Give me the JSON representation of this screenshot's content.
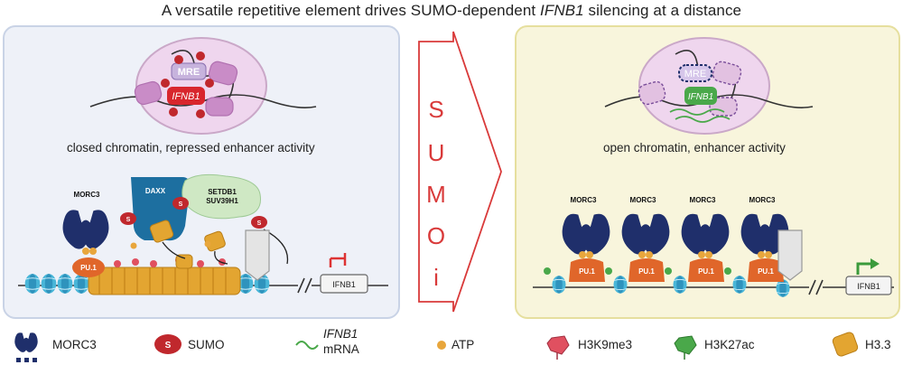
{
  "title": {
    "prefix": "A versatile repetitive element drives SUMO-dependent ",
    "gene": "IFNB1",
    "suffix": " silencing at a distance"
  },
  "left_panel": {
    "caption": "closed chromatin, repressed enhancer activity",
    "nucleus": {
      "mre": "MRE",
      "gene": "IFNB1",
      "sumo_mark": "S"
    },
    "labels": {
      "morc3": "MORC3",
      "daxx": "DAXX",
      "setdb1": "SETDB1",
      "suv39h1": "SUV39H1",
      "pu1": "PU.1",
      "sumo": "S",
      "ifnb1": "IFNB1"
    }
  },
  "arrow": {
    "letters": [
      "S",
      "U",
      "M",
      "O",
      "i"
    ],
    "color": "#d93a3a"
  },
  "right_panel": {
    "caption": "open chromatin, enhancer activity",
    "nucleus": {
      "mre": "MRE",
      "gene": "IFNB1"
    },
    "labels": {
      "morc3": [
        "MORC3",
        "MORC3",
        "MORC3",
        "MORC3"
      ],
      "pu1": [
        "PU.1",
        "PU.1",
        "PU.1",
        "PU.1"
      ],
      "ifnb1": "IFNB1"
    }
  },
  "legend": {
    "morc3": "MORC3",
    "sumo": "SUMO",
    "sumo_symbol": "S",
    "mrna_line1": "IFNB1",
    "mrna_line2": "mRNA",
    "atp": "ATP",
    "h3k9me3": "H3K9me3",
    "h3k27ac": "H3K27ac",
    "h33": "H3.3"
  },
  "colors": {
    "morc3": "#1f2f6b",
    "sumo": "#c0282d",
    "pu1": "#e0662a",
    "daxx": "#1d6fa0",
    "setdb1": "#cfe8c4",
    "h33": "#e3a531",
    "atp": "#e8a63c",
    "h3k9me3": "#e05060",
    "h3k27ac": "#4aa84a",
    "nucleosome": "#49b6d8",
    "nucleus": "#efd6ee",
    "green_arrow": "#3b9a3b"
  }
}
